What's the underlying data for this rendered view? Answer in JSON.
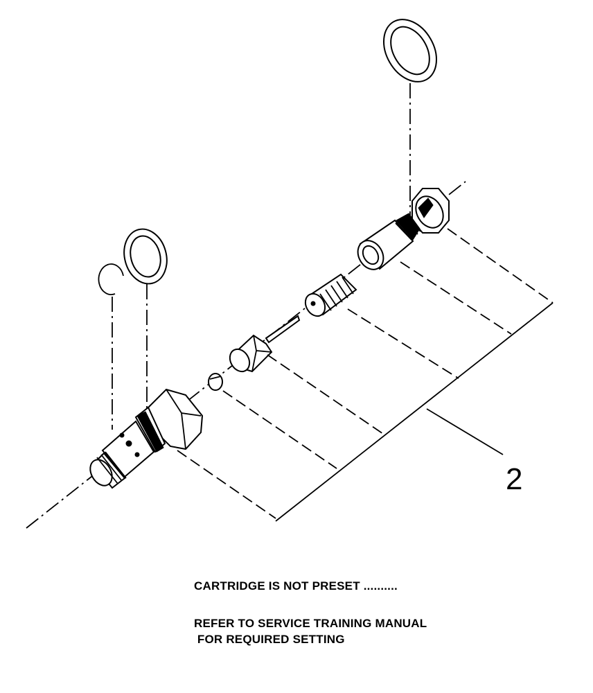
{
  "diagram": {
    "reference_number": "2"
  },
  "notes": {
    "line1": "CARTRIDGE IS NOT PRESET ..........",
    "line2": "REFER TO SERVICE TRAINING MANUAL",
    "line3": " FOR REQUIRED SETTING"
  }
}
